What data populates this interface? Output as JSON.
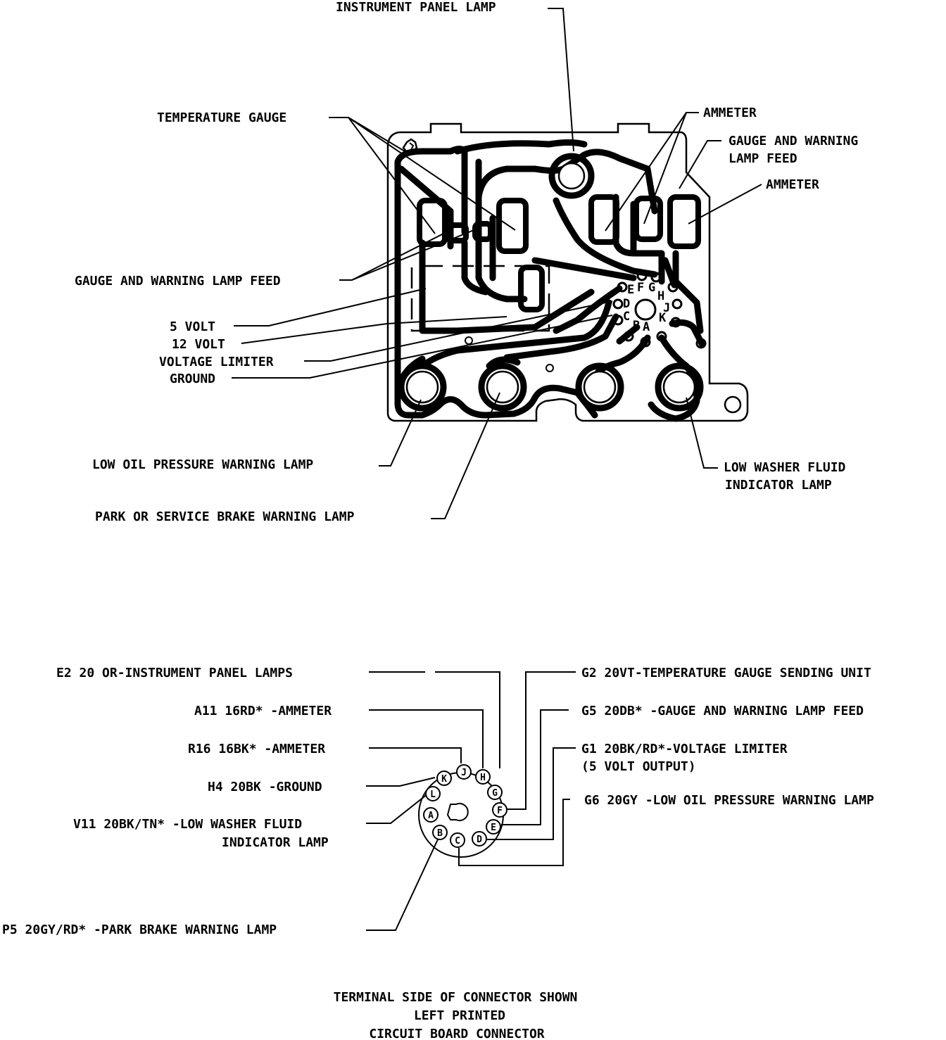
{
  "board_callouts": {
    "instrument_panel_lamp": "INSTRUMENT PANEL LAMP",
    "temperature_gauge": "TEMPERATURE GAUGE",
    "ammeter_top": "AMMETER",
    "gauge_feed_right_1": "GAUGE AND WARNING",
    "gauge_feed_right_2": "LAMP FEED",
    "ammeter_right": "AMMETER",
    "gauge_feed_left": "GAUGE AND WARNING LAMP FEED",
    "five_volt": "5 VOLT",
    "twelve_volt": "12 VOLT",
    "voltage_limiter": "VOLTAGE LIMITER",
    "ground": "GROUND",
    "low_oil": "LOW OIL PRESSURE WARNING LAMP",
    "park_brake": "PARK OR SERVICE BRAKE WARNING LAMP",
    "low_washer_1": "LOW WASHER FLUID",
    "low_washer_2": "INDICATOR LAMP"
  },
  "board_pin_letters": [
    "E",
    "F",
    "G",
    "H",
    "D",
    "C",
    "B",
    "A",
    "J",
    "K"
  ],
  "connector_left": {
    "e2": "E2 20 OR-INSTRUMENT PANEL LAMPS",
    "a11": "A11 16RD* -AMMETER",
    "r16": "R16 16BK* -AMMETER",
    "h4": "H4 20BK -GROUND",
    "v11_1": "V11 20BK/TN* -LOW WASHER FLUID",
    "v11_2": "INDICATOR LAMP",
    "p5": "P5 20GY/RD* -PARK BRAKE WARNING LAMP"
  },
  "connector_right": {
    "g2": "G2 20VT-TEMPERATURE GAUGE SENDING UNIT",
    "g5": "G5 20DB* -GAUGE AND WARNING LAMP FEED",
    "g1_1": "G1 20BK/RD*-VOLTAGE LIMITER",
    "g1_2": "(5 VOLT OUTPUT)",
    "g6": "G6 20GY -LOW OIL PRESSURE WARNING LAMP"
  },
  "connector_pins": [
    "K",
    "J",
    "H",
    "G",
    "F",
    "E",
    "D",
    "C",
    "B",
    "A",
    "L"
  ],
  "caption": {
    "line1": "TERMINAL SIDE OF CONNECTOR SHOWN",
    "line2": "LEFT PRINTED",
    "line3": "CIRCUIT BOARD CONNECTOR"
  }
}
